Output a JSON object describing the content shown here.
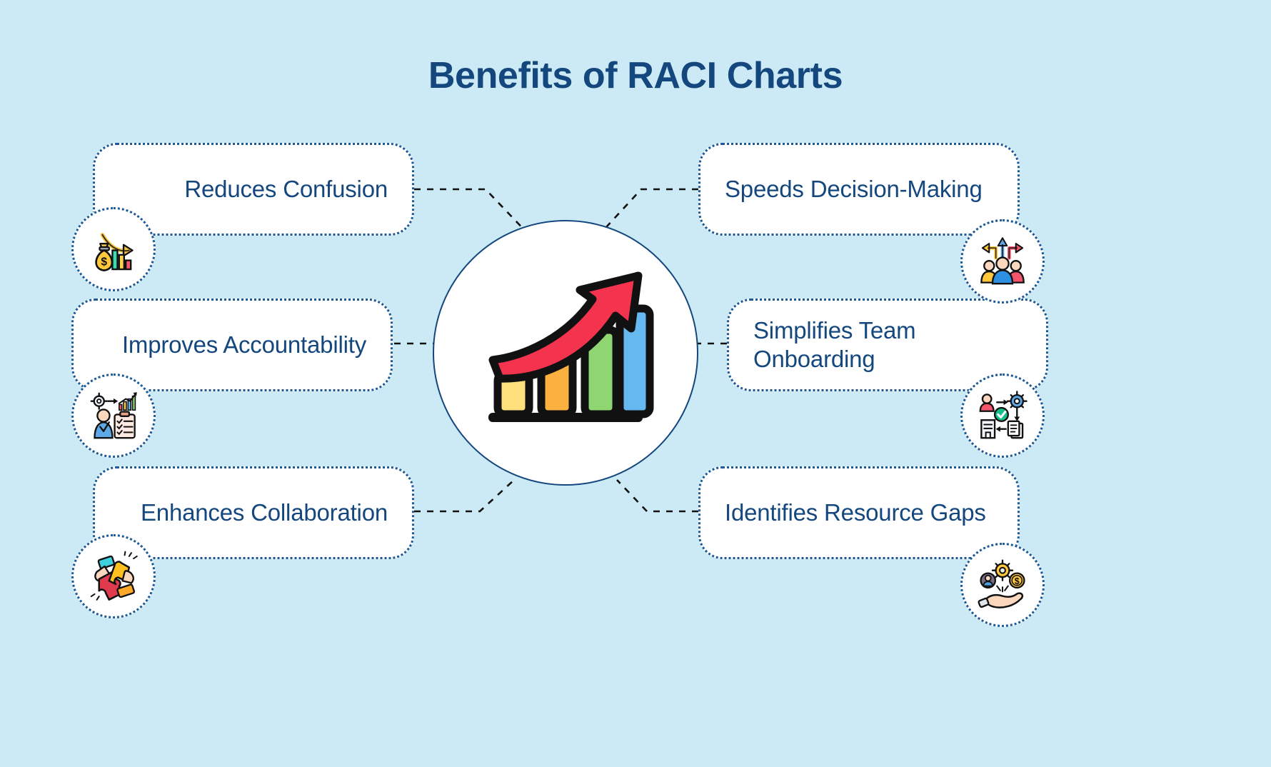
{
  "title": "Benefits of RACI Charts",
  "colors": {
    "background": "#cceaf5",
    "card_background": "#ffffff",
    "text_navy": "#14477d",
    "border_blue": "#1c5a96",
    "connector": "#111111",
    "hub_border": "#14477d",
    "bar_yellow": "#ffe07d",
    "bar_orange": "#fbb040",
    "bar_green": "#8fd672",
    "bar_blue": "#66b9f0",
    "arrow_red": "#f4344f"
  },
  "hub": {
    "icon": "growth-chart-icon",
    "bars": [
      {
        "color": "#ffe07d",
        "height": 1
      },
      {
        "color": "#fbb040",
        "height": 2
      },
      {
        "color": "#8fd672",
        "height": 3
      },
      {
        "color": "#66b9f0",
        "height": 4
      }
    ],
    "arrow": "rising-arrow"
  },
  "benefits": {
    "left": [
      {
        "id": "reduces-confusion",
        "label": "Reduces Confusion",
        "icon": "money-bag-declining-chart-icon"
      },
      {
        "id": "improves-accountability",
        "label": "Improves Accountability",
        "icon": "person-clipboard-checklist-icon"
      },
      {
        "id": "enhances-collaboration",
        "label": "Enhances Collaboration",
        "icon": "puzzle-hands-icon"
      }
    ],
    "right": [
      {
        "id": "speeds-decision-making",
        "label": "Speeds Decision-Making",
        "icon": "team-arrows-icon"
      },
      {
        "id": "simplifies-team-onboarding",
        "label": "Simplifies Team Onboarding",
        "icon": "onboarding-workflow-icon"
      },
      {
        "id": "identifies-resource-gaps",
        "label": "Identifies Resource Gaps",
        "icon": "hand-resources-icon"
      }
    ]
  }
}
